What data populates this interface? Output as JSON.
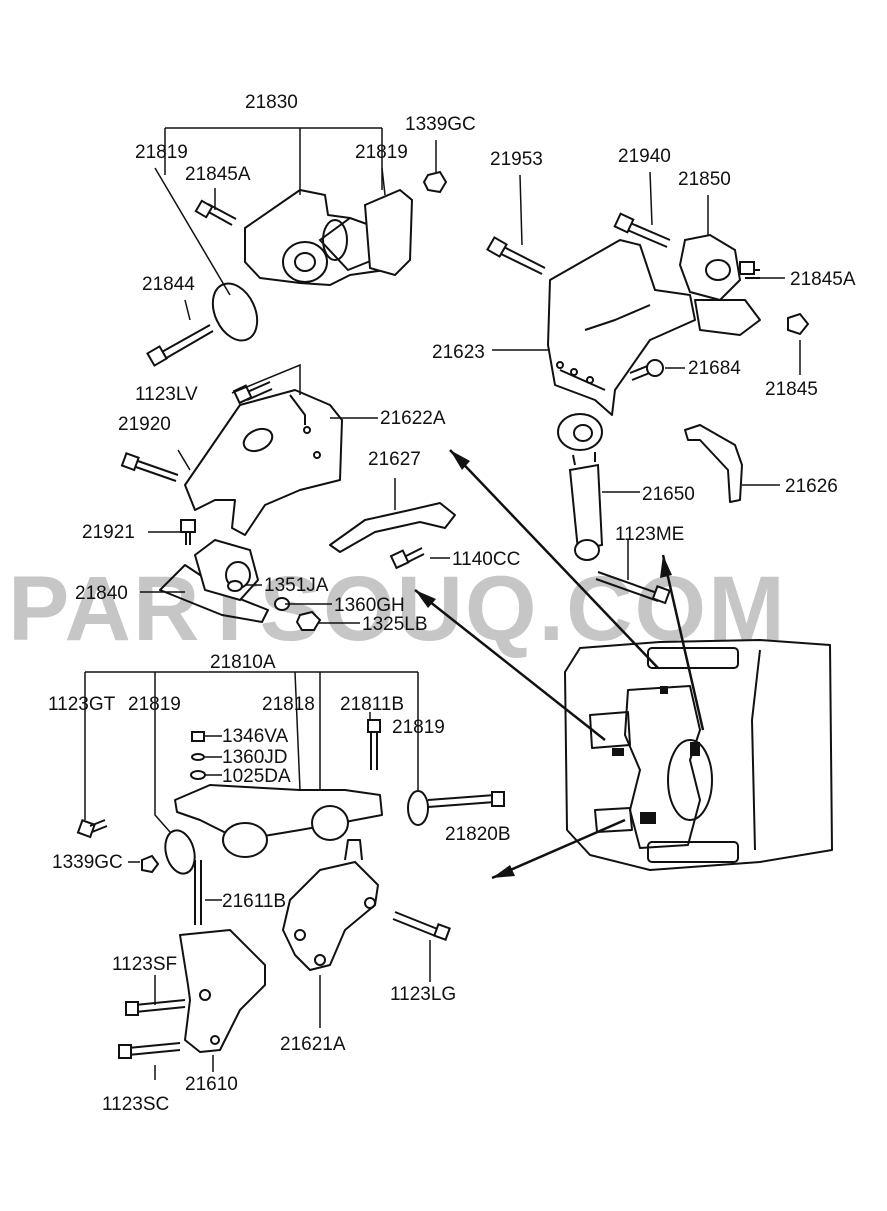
{
  "watermark": "PARTSOUQ.COM",
  "labels": [
    "21830",
    "1339GC",
    "21819",
    "21819",
    "21845A",
    "21844",
    "21953",
    "21940",
    "21850",
    "21845A",
    "21623",
    "21684",
    "21845",
    "1123LV",
    "21622A",
    "21920",
    "21627",
    "21650",
    "21626",
    "21921",
    "1123ME",
    "1140CC",
    "21840",
    "1351JA",
    "1360GH",
    "1325LB",
    "21810A",
    "1123GT",
    "21819",
    "21818",
    "21811B",
    "21819",
    "1346VA",
    "1360JD",
    "1025DA",
    "21820B",
    "1339GC",
    "21611B",
    "1123SF",
    "1123LG",
    "21621A",
    "1123SC",
    "21610"
  ]
}
